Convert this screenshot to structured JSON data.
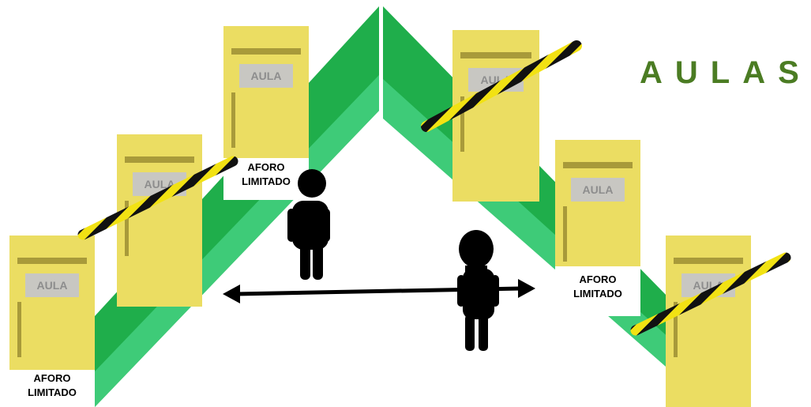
{
  "title": "AULAS",
  "door_label": "AULA",
  "capacity_label_line1": "AFORO",
  "capacity_label_line2": "LIMITADO",
  "doors": [
    {
      "id": "door-1",
      "sign": "AULA",
      "blocked": false
    },
    {
      "id": "door-2",
      "sign": "AULA",
      "blocked": true
    },
    {
      "id": "door-3",
      "sign": "AULA",
      "blocked": false
    },
    {
      "id": "door-4",
      "sign": "AULA",
      "blocked": true
    },
    {
      "id": "door-5",
      "sign": "AULA",
      "blocked": false
    },
    {
      "id": "door-6",
      "sign": "AULA",
      "blocked": true
    }
  ],
  "colors": {
    "corridor_dark": "#1fae4b",
    "corridor_light": "#3ecb78",
    "door": "#ebdd62",
    "door_trim": "#a89a3a",
    "sign": "#c8c7c2",
    "barrier_yellow": "#f2e213",
    "barrier_black": "#111111",
    "figure": "#000000",
    "title": "#4b7c23"
  },
  "icons": [
    "man-figure-icon",
    "woman-figure-icon",
    "double-arrow-icon",
    "barrier-icon"
  ]
}
